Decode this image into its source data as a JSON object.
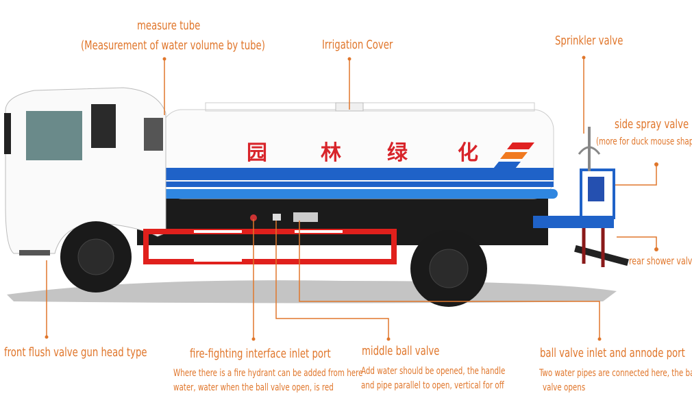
{
  "colors": {
    "label": "#e0762b",
    "tank_blue": "#1f62c8",
    "guard_red": "#e0201c"
  },
  "tank_text": [
    "园",
    "林",
    "绿",
    "化"
  ],
  "labels": {
    "measure_tube": {
      "title": "measure tube",
      "subtitle": "(Measurement of water volume by tube)"
    },
    "irrigation_cover": {
      "title": "Irrigation Cover"
    },
    "sprinkler_valve": {
      "title": "Sprinkler valve"
    },
    "side_spray_valve": {
      "title": "side spray valve",
      "subtitle": "(more for duck mouse shape)"
    },
    "rear_shower_valve": {
      "title": "rear shower valve"
    },
    "front_flush": {
      "title": "front flush valve gun head type"
    },
    "fire_fighting": {
      "title": "fire-fighting interface inlet port",
      "desc": [
        "Where there is a fire hydrant can be added from here",
        "water, water when the ball valve open, is red"
      ]
    },
    "middle_ball_valve": {
      "title": "middle ball valve",
      "desc": [
        "Add water should be opened, the handle",
        "and pipe parallel to open, vertical for off"
      ]
    },
    "ball_valve_inlet": {
      "title": "ball valve inlet and annode port",
      "desc": [
        "Two water pipes are connected here, the ball",
        "valve opens"
      ]
    }
  }
}
